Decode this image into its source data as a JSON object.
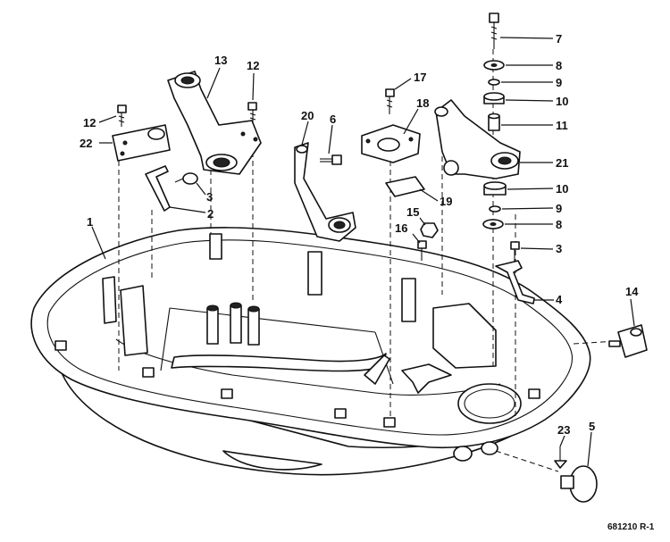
{
  "diagram": {
    "callouts": {
      "c1": "1",
      "c2": "2",
      "c3a": "3",
      "c3b": "3",
      "c4": "4",
      "c5": "5",
      "c6": "6",
      "c7": "7",
      "c8a": "8",
      "c8b": "8",
      "c9a": "9",
      "c9b": "9",
      "c10a": "10",
      "c10b": "10",
      "c11": "11",
      "c12a": "12",
      "c12b": "12",
      "c13": "13",
      "c14": "14",
      "c15": "15",
      "c16": "16",
      "c17": "17",
      "c18": "18",
      "c19": "19",
      "c20": "20",
      "c21": "21",
      "c22": "22",
      "c23": "23"
    },
    "drawing_code": "681210 R-1"
  }
}
